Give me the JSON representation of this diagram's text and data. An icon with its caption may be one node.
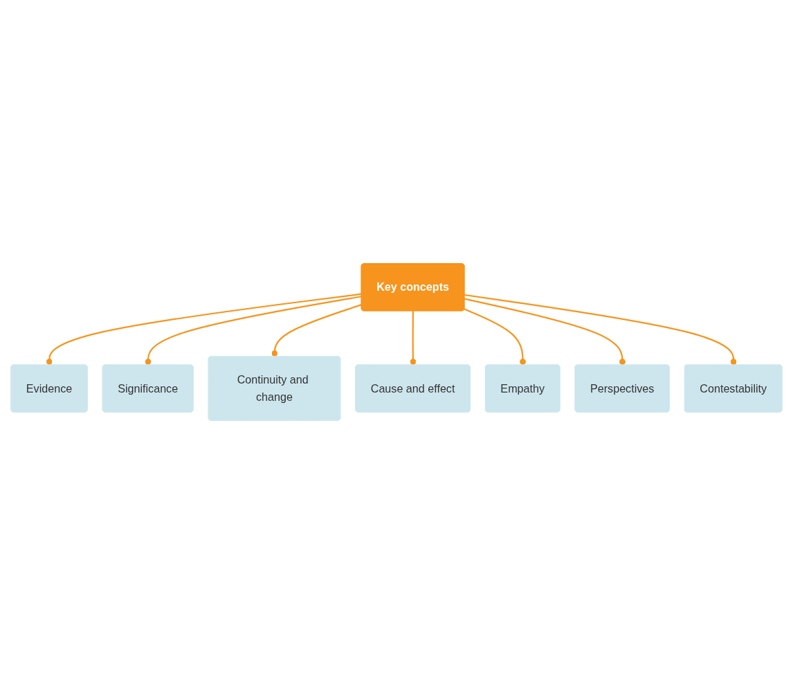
{
  "diagram": {
    "nodes": [
      {
        "text": [
          "Evidence"
        ]
      },
      {
        "text": [
          "Significance"
        ]
      },
      {
        "text": [
          "Continuity and change"
        ]
      },
      {
        "text": [
          "Cause and effect"
        ]
      },
      {
        "text": [
          "Key concepts"
        ]
      },
      {
        "text": [
          "Empathy"
        ]
      },
      {
        "text": [
          "Perspectives"
        ]
      },
      {
        "text": [
          "Contestability"
        ]
      }
    ],
    "edges": [
      {
        "from": 4,
        "to": 0,
        "arrow": "other"
      },
      {
        "from": 4,
        "to": 1,
        "arrow": "other"
      },
      {
        "from": 4,
        "to": 2,
        "arrow": "other"
      },
      {
        "from": 4,
        "to": 3,
        "arrow": "other"
      },
      {
        "from": 4,
        "to": 5,
        "arrow": "other"
      },
      {
        "from": 4,
        "to": 6,
        "arrow": "other"
      },
      {
        "from": 4,
        "to": 7,
        "arrow": "other"
      }
    ]
  }
}
